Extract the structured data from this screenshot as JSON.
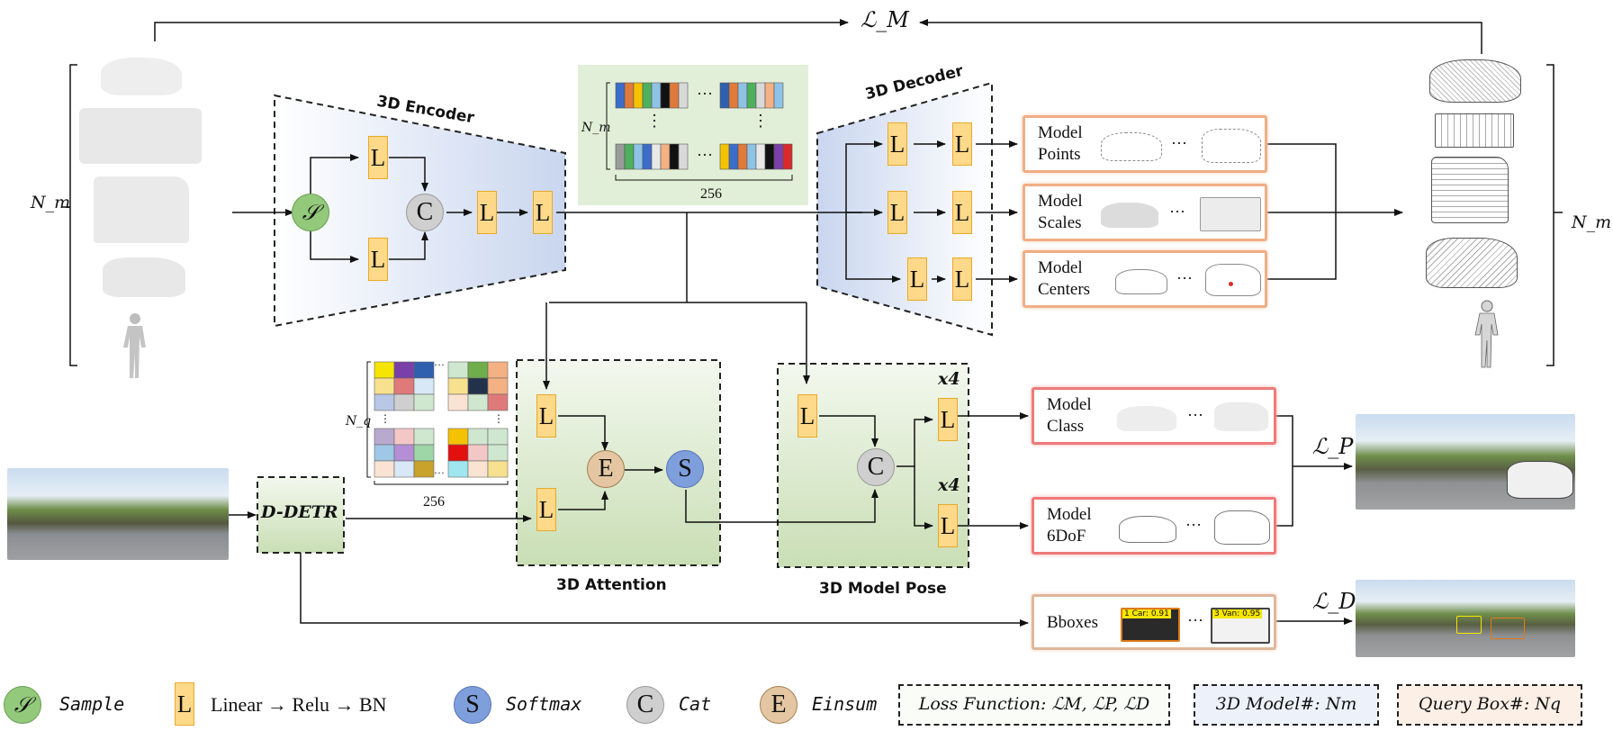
{
  "losses": {
    "lm": "ℒ_M",
    "lp": "ℒ_P",
    "ld": "ℒ_D"
  },
  "labels": {
    "nm_left": "N_m",
    "nm_right": "N_m",
    "nm_matrix": "N_m",
    "nq_matrix": "N_q",
    "dim_top": "256",
    "dim_bottom": "256",
    "encoder": "3D Encoder",
    "decoder": "3D Decoder",
    "attention": "3D Attention",
    "pose": "3D Model Pose",
    "ddetr": "D-DETR",
    "x4_top": "x4",
    "x4_bottom": "x4"
  },
  "nodes": {
    "L": "L",
    "C": "C",
    "E": "E",
    "S": "S",
    "sample": "𝒮"
  },
  "outputs": [
    {
      "line1": "Model",
      "line2": "Points"
    },
    {
      "line1": "Model",
      "line2": "Scales"
    },
    {
      "line1": "Model",
      "line2": "Centers"
    },
    {
      "line1": "Model",
      "line2": "Class"
    },
    {
      "line1": "Model",
      "line2": "6DoF"
    },
    {
      "line1": "Bboxes",
      "line2": ""
    }
  ],
  "ellipsis": "···",
  "vdots": "⋮",
  "detection_tags": {
    "car": "1 Car: 0.91",
    "van": "3 Van: 0.95"
  },
  "legend": {
    "sample": "Sample",
    "linear": "Linear → Relu → BN",
    "softmax": "Softmax",
    "cat": "Cat",
    "einsum": "Einsum",
    "loss_box": "Loss Function: ℒM, ℒP, ℒD",
    "model_box": "3D Model#: Nm",
    "query_box": "Query Box#: Nq"
  },
  "colors": {
    "linear_fill": "#ffd98a",
    "sample_fill": "#93c97b",
    "cat_fill": "#cfcfcf",
    "einsum_fill": "#e4c7a2",
    "softmax_fill": "#7f9fdc",
    "green_panel": "#dbe9cf",
    "blue_panel": "#d9e1f3"
  }
}
